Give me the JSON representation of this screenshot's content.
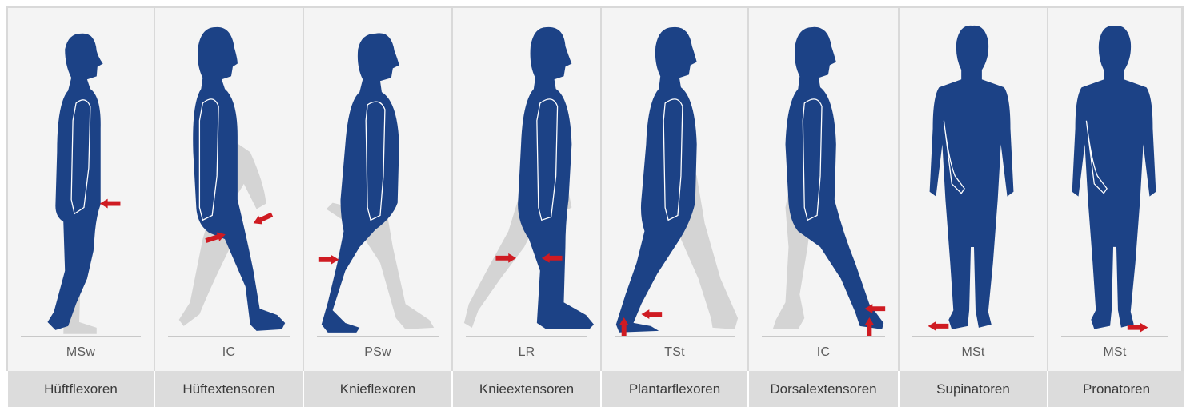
{
  "colors": {
    "figure": "#1c4286",
    "ghost": "#d4d4d4",
    "arrow": "#cf1b22",
    "label_bg": "#dcdcdc",
    "panel_bg": "#f4f4f4"
  },
  "panels": [
    {
      "phase": "MSw",
      "muscle": "Hüftflexoren"
    },
    {
      "phase": "IC",
      "muscle": "Hüftextensoren"
    },
    {
      "phase": "PSw",
      "muscle": "Knieflexoren"
    },
    {
      "phase": "LR",
      "muscle": "Knieextensoren"
    },
    {
      "phase": "TSt",
      "muscle": "Plantarflexoren"
    },
    {
      "phase": "IC",
      "muscle": "Dorsalextensoren"
    },
    {
      "phase": "MSt",
      "muscle": "Supinatoren"
    },
    {
      "phase": "MSt",
      "muscle": "Pronatoren"
    }
  ]
}
